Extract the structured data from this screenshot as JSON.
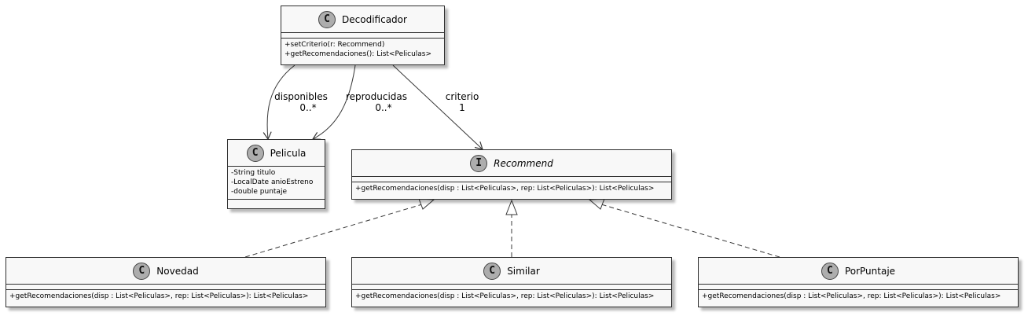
{
  "classes": {
    "decodificador": {
      "stereotype": "C",
      "name": "Decodificador",
      "fields": [],
      "methods": [
        "+setCriterio(r: Recommend)",
        "+getRecomendaciones(): List<Peliculas>"
      ]
    },
    "pelicula": {
      "stereotype": "C",
      "name": "Pelicula",
      "fields": [
        "-String titulo",
        "-LocalDate anioEstreno",
        "-double puntaje"
      ],
      "methods": []
    },
    "recommend": {
      "stereotype": "I",
      "name": "Recommend",
      "fields": [],
      "methods": [
        "+getRecomendaciones(disp : List<Peliculas>, rep: List<Peliculas>): List<Peliculas>"
      ]
    },
    "novedad": {
      "stereotype": "C",
      "name": "Novedad",
      "fields": [],
      "methods": [
        "+getRecomendaciones(disp : List<Peliculas>, rep: List<Peliculas>): List<Peliculas>"
      ]
    },
    "similar": {
      "stereotype": "C",
      "name": "Similar",
      "fields": [],
      "methods": [
        "+getRecomendaciones(disp : List<Peliculas>, rep: List<Peliculas>): List<Peliculas>"
      ]
    },
    "porpuntaje": {
      "stereotype": "C",
      "name": "PorPuntaje",
      "fields": [],
      "methods": [
        "+getRecomendaciones(disp : List<Peliculas>, rep: List<Peliculas>): List<Peliculas>"
      ]
    }
  },
  "associations": {
    "disponibles": {
      "role": "disponibles",
      "multiplicity": "0..*"
    },
    "reproducidas": {
      "role": "reproducidas",
      "multiplicity": "0..*"
    },
    "criterio": {
      "role": "criterio",
      "multiplicity": "1"
    }
  }
}
